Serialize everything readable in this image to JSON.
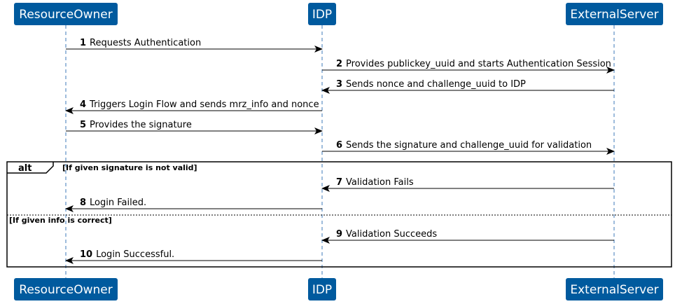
{
  "colors": {
    "participant_fill": "#005a9e",
    "participant_text": "#ffffff",
    "lifeline": "#3d7ab8",
    "arrow": "#000000"
  },
  "participants": [
    "ResourceOwner",
    "IDP",
    "ExternalServer"
  ],
  "messages": [
    {
      "num": "1",
      "text": "Requests Authentication",
      "from": "ResourceOwner",
      "to": "IDP"
    },
    {
      "num": "2",
      "text": "Provides publickey_uuid and starts Authentication Session",
      "from": "IDP",
      "to": "ExternalServer"
    },
    {
      "num": "3",
      "text": "Sends nonce and challenge_uuid to IDP",
      "from": "ExternalServer",
      "to": "IDP"
    },
    {
      "num": "4",
      "text": "Triggers Login Flow and sends mrz_info and nonce",
      "from": "IDP",
      "to": "ResourceOwner"
    },
    {
      "num": "5",
      "text": "Provides the signature",
      "from": "ResourceOwner",
      "to": "IDP"
    },
    {
      "num": "6",
      "text": "Sends the signature and challenge_uuid for validation",
      "from": "IDP",
      "to": "ExternalServer"
    },
    {
      "num": "7",
      "text": "Validation Fails",
      "from": "ExternalServer",
      "to": "IDP"
    },
    {
      "num": "8",
      "text": "Login Failed.",
      "from": "IDP",
      "to": "ResourceOwner"
    },
    {
      "num": "9",
      "text": "Validation Succeeds",
      "from": "ExternalServer",
      "to": "IDP"
    },
    {
      "num": "10",
      "text": "Login Successful.",
      "from": "IDP",
      "to": "ResourceOwner"
    }
  ],
  "fragment": {
    "label": "alt",
    "guards": [
      "[If given signature is not valid]",
      "[If given info is correct]"
    ]
  }
}
